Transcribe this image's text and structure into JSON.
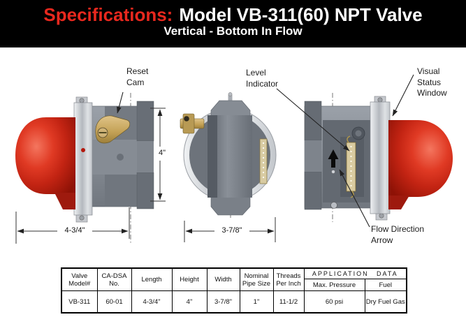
{
  "header": {
    "title_prefix": "Specifications:",
    "title_rest": "Model VB-311(60) NPT Valve",
    "subtitle": "Vertical - Bottom In Flow"
  },
  "colors": {
    "title_prefix_red": "#e8281e",
    "banner_bg": "#000000",
    "valve_cap_red": "#d52c1b",
    "valve_body_gray": "#8d939b",
    "brass": "#c9a95d"
  },
  "labels": {
    "reset_cam": [
      "Reset",
      "Cam"
    ],
    "level_indicator": [
      "Level",
      "Indicator"
    ],
    "visual_status_window": [
      "Visual",
      "Status",
      "Window"
    ],
    "flow_direction_arrow": [
      "Flow Direction",
      "Arrow"
    ]
  },
  "dimensions": {
    "height": "4\"",
    "length": "4-3/4\"",
    "width": "3-7/8\""
  },
  "table": {
    "col_headers": [
      [
        "Valve",
        "Model#"
      ],
      [
        "CA-DSA",
        "No."
      ],
      [
        "Length"
      ],
      [
        "Height"
      ],
      [
        "Width"
      ],
      [
        "Nominal",
        "Pipe Size"
      ],
      [
        "Threads",
        "Per Inch"
      ]
    ],
    "app_title": [
      "APPLICATION",
      "DATA"
    ],
    "sub_headers": [
      "Max. Pressure",
      "Fuel"
    ],
    "row": [
      "VB-311",
      "60-01",
      "4-3/4\"",
      "4\"",
      "3-7/8\"",
      "1\"",
      "11-1/2",
      "60 psi",
      "Dry Fuel Gas"
    ]
  }
}
